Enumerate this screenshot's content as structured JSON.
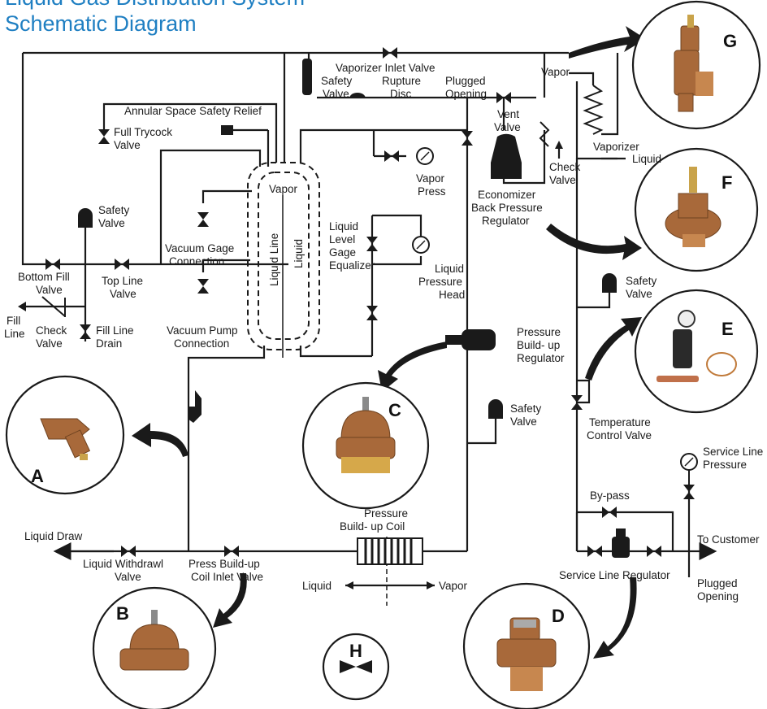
{
  "title": {
    "line1": "Liquid Gas Distribution System",
    "line2": "Schematic Diagram"
  },
  "labels": {
    "vaporizer_inlet_valve": "Vaporizer Inlet Valve",
    "safety_valve_top_1": "Safety",
    "safety_valve_top_2": "Valve",
    "rupture_disc_1": "Rupture",
    "rupture_disc_2": "Disc",
    "plugged_opening_top_1": "Plugged",
    "plugged_opening_top_2": "Opening",
    "vapor_top": "Vapor",
    "annular_relief": "Annular Space Safety Relief",
    "full_trycock_1": "Full Trycock",
    "full_trycock_2": "Valve",
    "vent_valve_1": "Vent",
    "vent_valve_2": "Valve",
    "vapor_in_tank": "Vapor",
    "vapor_press_1": "Vapor",
    "vapor_press_2": "Press",
    "economizer_1": "Economizer",
    "economizer_2": "Back Pressure",
    "economizer_3": "Regulator",
    "check_valve_right_1": "Check",
    "check_valve_right_2": "Valve",
    "vaporizer": "Vaporizer",
    "liquid_right": "Liquid",
    "safety_valve_left_1": "Safety",
    "safety_valve_left_2": "Valve",
    "vacuum_gage_1": "Vacuum Gage",
    "vacuum_gage_2": "Connection",
    "liquid_line": "Liquid Line",
    "liquid_tank": "Liquid",
    "liquid_level_1": "Liquid",
    "liquid_level_2": "Level",
    "liquid_level_3": "Gage",
    "liquid_level_4": "Equalizer",
    "liquid_pressure_1": "Liquid",
    "liquid_pressure_2": "Pressure",
    "liquid_pressure_3": "Head",
    "bottom_fill_1": "Bottom Fill",
    "bottom_fill_2": "Valve",
    "top_line_1": "Top Line",
    "top_line_2": "Valve",
    "fill_line_1": "Fill",
    "fill_line_2": "Line",
    "check_valve_left_1": "Check",
    "check_valve_left_2": "Valve",
    "fill_line_drain_1": "Fill Line",
    "fill_line_drain_2": "Drain",
    "vacuum_pump_1": "Vacuum Pump",
    "vacuum_pump_2": "Connection",
    "safety_valve_right_1": "Safety",
    "safety_valve_right_2": "Valve",
    "pbr_1": "Pressure",
    "pbr_2": "Build- up",
    "pbr_3": "Regulator",
    "safety_valve_mid_1": "Safety",
    "safety_valve_mid_2": "Valve",
    "temp_control_1": "Temperature",
    "temp_control_2": "Control Valve",
    "service_line_pressure_1": "Service Line",
    "service_line_pressure_2": "Pressure",
    "bypass": "By-pass",
    "to_customer": "To Customer",
    "liquid_draw": "Liquid Draw",
    "pbc_1": "Pressure",
    "pbc_2": "Build- up Coil",
    "liquid_withdrawl_1": "Liquid Withdrawl",
    "liquid_withdrawl_2": "Valve",
    "pbc_inlet_1": "Press Build-up",
    "pbc_inlet_2": "Coil Inlet Valve",
    "service_line_regulator": "Service Line Regulator",
    "plugged_opening_bottom_1": "Plugged",
    "plugged_opening_bottom_2": "Opening",
    "liquid_bottom": "Liquid",
    "vapor_bottom": "Vapor"
  },
  "callouts": {
    "a": "A",
    "b": "B",
    "c": "C",
    "d": "D",
    "e": "E",
    "f": "F",
    "g": "G",
    "h": "H"
  },
  "colors": {
    "title": "#1f7fc2",
    "bronze": "#a8693a",
    "line": "#1a1a1a"
  }
}
